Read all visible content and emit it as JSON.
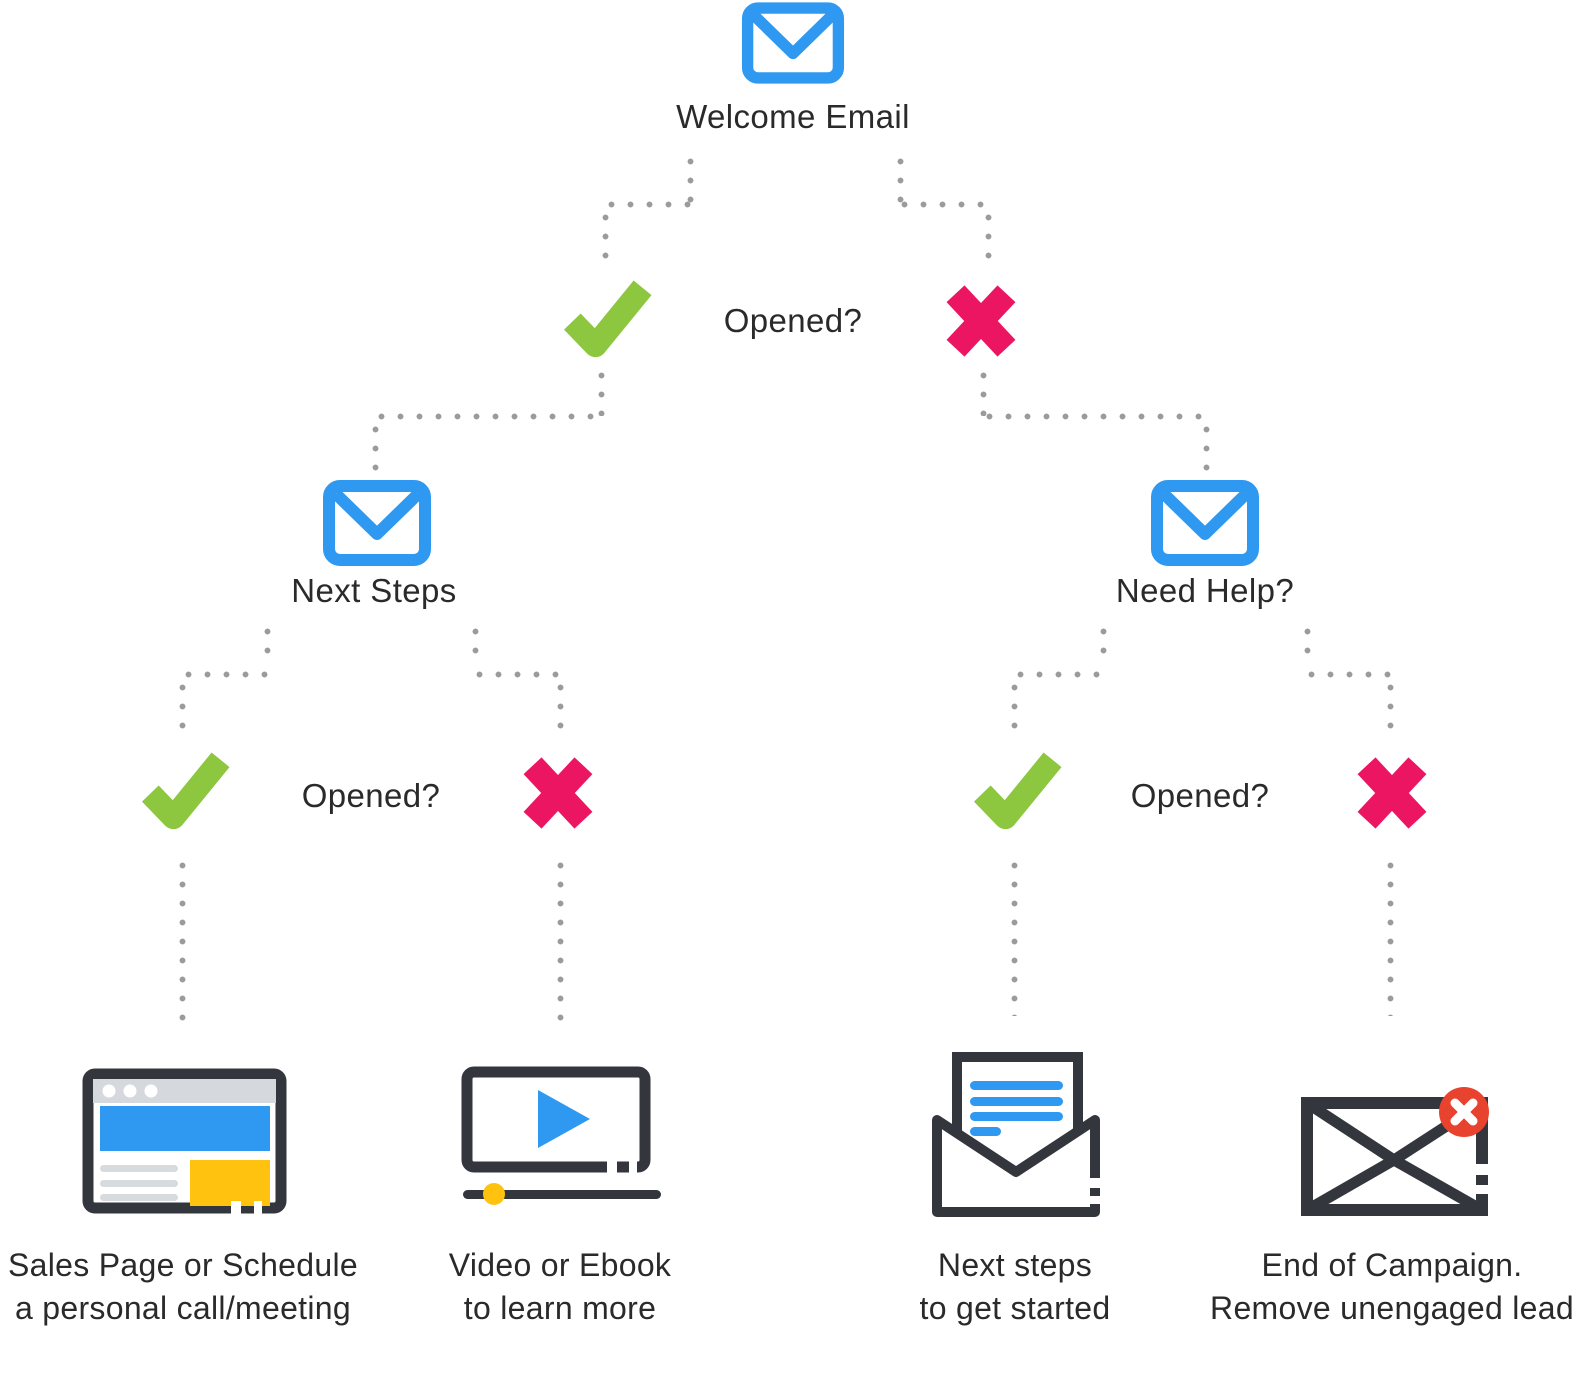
{
  "root": {
    "label": "Welcome Email"
  },
  "question_label": "Opened?",
  "branch_left": {
    "label": "Next Steps"
  },
  "branch_right": {
    "label": "Need Help?"
  },
  "outcomes": {
    "sales": {
      "line1": "Sales Page or Schedule",
      "line2": "a personal call/meeting"
    },
    "video": {
      "line1": "Video or Ebook",
      "line2": "to learn more"
    },
    "next": {
      "line1": "Next steps",
      "line2": "to get started"
    },
    "end": {
      "line1": "End of Campaign.",
      "line2": "Remove unengaged lead"
    }
  },
  "icons": [
    "email-icon",
    "check-icon",
    "cross-icon",
    "browser-icon",
    "video-player-icon",
    "open-envelope-icon",
    "unsubscribe-envelope-icon"
  ],
  "colors": {
    "blue": "#2F98F0",
    "green": "#8DC63F",
    "pink": "#EC1562",
    "red": "#E8432E",
    "yellow": "#FFC20E",
    "dark": "#33363C",
    "dot": "#9B9B9B",
    "text": "#2A2A2A",
    "bar": "#D5D8DC",
    "line": "#D8DBDE"
  }
}
